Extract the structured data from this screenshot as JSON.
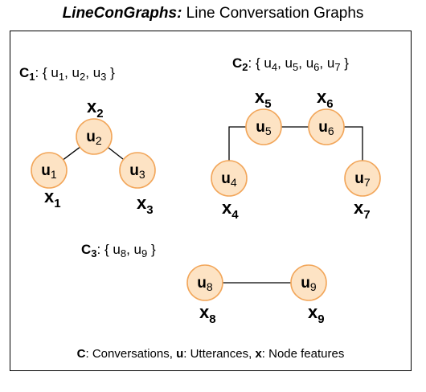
{
  "title": {
    "bold": "LineConGraphs:",
    "rest": " Line Conversation Graphs"
  },
  "conversations": [
    {
      "id": "C",
      "sub": "1",
      "members": [
        {
          "b": "u",
          "s": "1"
        },
        {
          "b": "u",
          "s": "2"
        },
        {
          "b": "u",
          "s": "3"
        }
      ]
    },
    {
      "id": "C",
      "sub": "2",
      "members": [
        {
          "b": "u",
          "s": "4"
        },
        {
          "b": "u",
          "s": "5"
        },
        {
          "b": "u",
          "s": "6"
        },
        {
          "b": "u",
          "s": "7"
        }
      ]
    },
    {
      "id": "C",
      "sub": "3",
      "members": [
        {
          "b": "u",
          "s": "8"
        },
        {
          "b": "u",
          "s": "9"
        }
      ]
    }
  ],
  "nodes": [
    {
      "u": "u",
      "us": "1",
      "x": "x",
      "xs": "1"
    },
    {
      "u": "u",
      "us": "2",
      "x": "x",
      "xs": "2"
    },
    {
      "u": "u",
      "us": "3",
      "x": "x",
      "xs": "3"
    },
    {
      "u": "u",
      "us": "4",
      "x": "x",
      "xs": "4"
    },
    {
      "u": "u",
      "us": "5",
      "x": "x",
      "xs": "5"
    },
    {
      "u": "u",
      "us": "6",
      "x": "x",
      "xs": "6"
    },
    {
      "u": "u",
      "us": "7",
      "x": "x",
      "xs": "7"
    },
    {
      "u": "u",
      "us": "8",
      "x": "x",
      "xs": "8"
    },
    {
      "u": "u",
      "us": "9",
      "x": "x",
      "xs": "9"
    }
  ],
  "edges": [
    [
      "1",
      "2"
    ],
    [
      "2",
      "3"
    ],
    [
      "4",
      "5"
    ],
    [
      "5",
      "6"
    ],
    [
      "6",
      "7"
    ],
    [
      "8",
      "9"
    ]
  ],
  "legend": {
    "c_key": "C",
    "c_text": ": Conversations, ",
    "u_key": "u",
    "u_text": ": Utterances, ",
    "x_key": "x",
    "x_text": ": Node features"
  },
  "colors": {
    "node_fill": "#fde3c4",
    "node_stroke": "#f2a65a"
  }
}
